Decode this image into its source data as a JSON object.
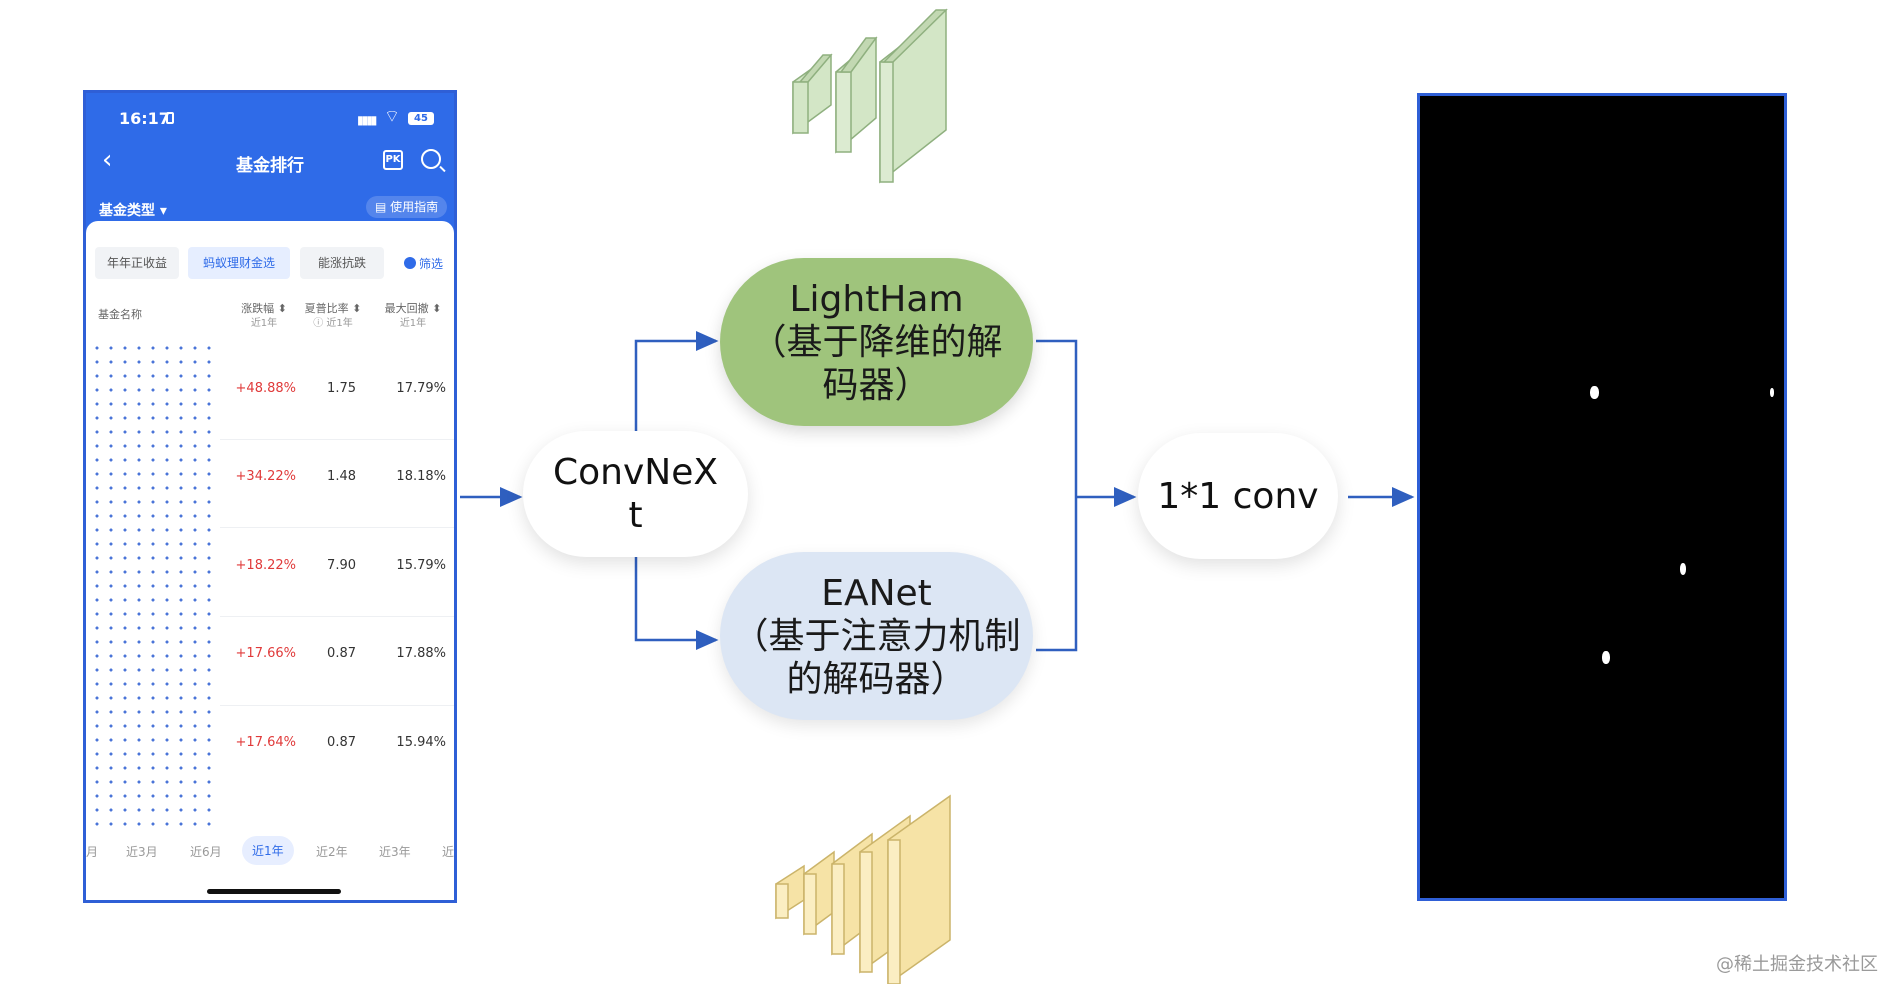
{
  "phone": {
    "status_time": "16:17",
    "battery": "45",
    "nav_title": "基金排行",
    "pk_label": "PK",
    "fund_type": "基金类型 ▾",
    "guide": "使用指南",
    "chips": [
      "年年正收益",
      "蚂蚁理财金选",
      "能涨抗跌"
    ],
    "filter": "筛选",
    "columns": {
      "name": "基金名称",
      "change": "涨跌幅 ⬍",
      "change_sub": "近1年",
      "sharpe": "夏普比率 ⬍",
      "sharpe_sub": "ⓘ 近1年",
      "drawdown": "最大回撤 ⬍",
      "drawdown_sub": "近1年"
    },
    "rows": [
      {
        "change": "+48.88%",
        "sharpe": "1.75",
        "drawdown": "17.79%"
      },
      {
        "change": "+34.22%",
        "sharpe": "1.48",
        "drawdown": "18.18%"
      },
      {
        "change": "+18.22%",
        "sharpe": "7.90",
        "drawdown": "15.79%"
      },
      {
        "change": "+17.66%",
        "sharpe": "0.87",
        "drawdown": "17.88%"
      },
      {
        "change": "+17.64%",
        "sharpe": "0.87",
        "drawdown": "15.94%"
      }
    ],
    "periods": [
      "月",
      "近3月",
      "近6月",
      "近1年",
      "近2年",
      "近3年",
      "近"
    ]
  },
  "blocks": {
    "convnext": [
      "ConvNeX",
      "t"
    ],
    "lightham": [
      "LightHam",
      "（基于降维的解",
      "码器）"
    ],
    "eanet": [
      "EANet",
      "（基于注意力机制",
      "的解码器）"
    ],
    "conv11": "1*1 conv"
  },
  "colors": {
    "arrow": "#2f5fbf",
    "lightham": "#9fc47c",
    "eanet": "#dce6f4",
    "encoder_layers": "#d3e6c6",
    "decoder_layers": "#f6e3a6"
  },
  "watermark": "@稀土掘金技术社区"
}
